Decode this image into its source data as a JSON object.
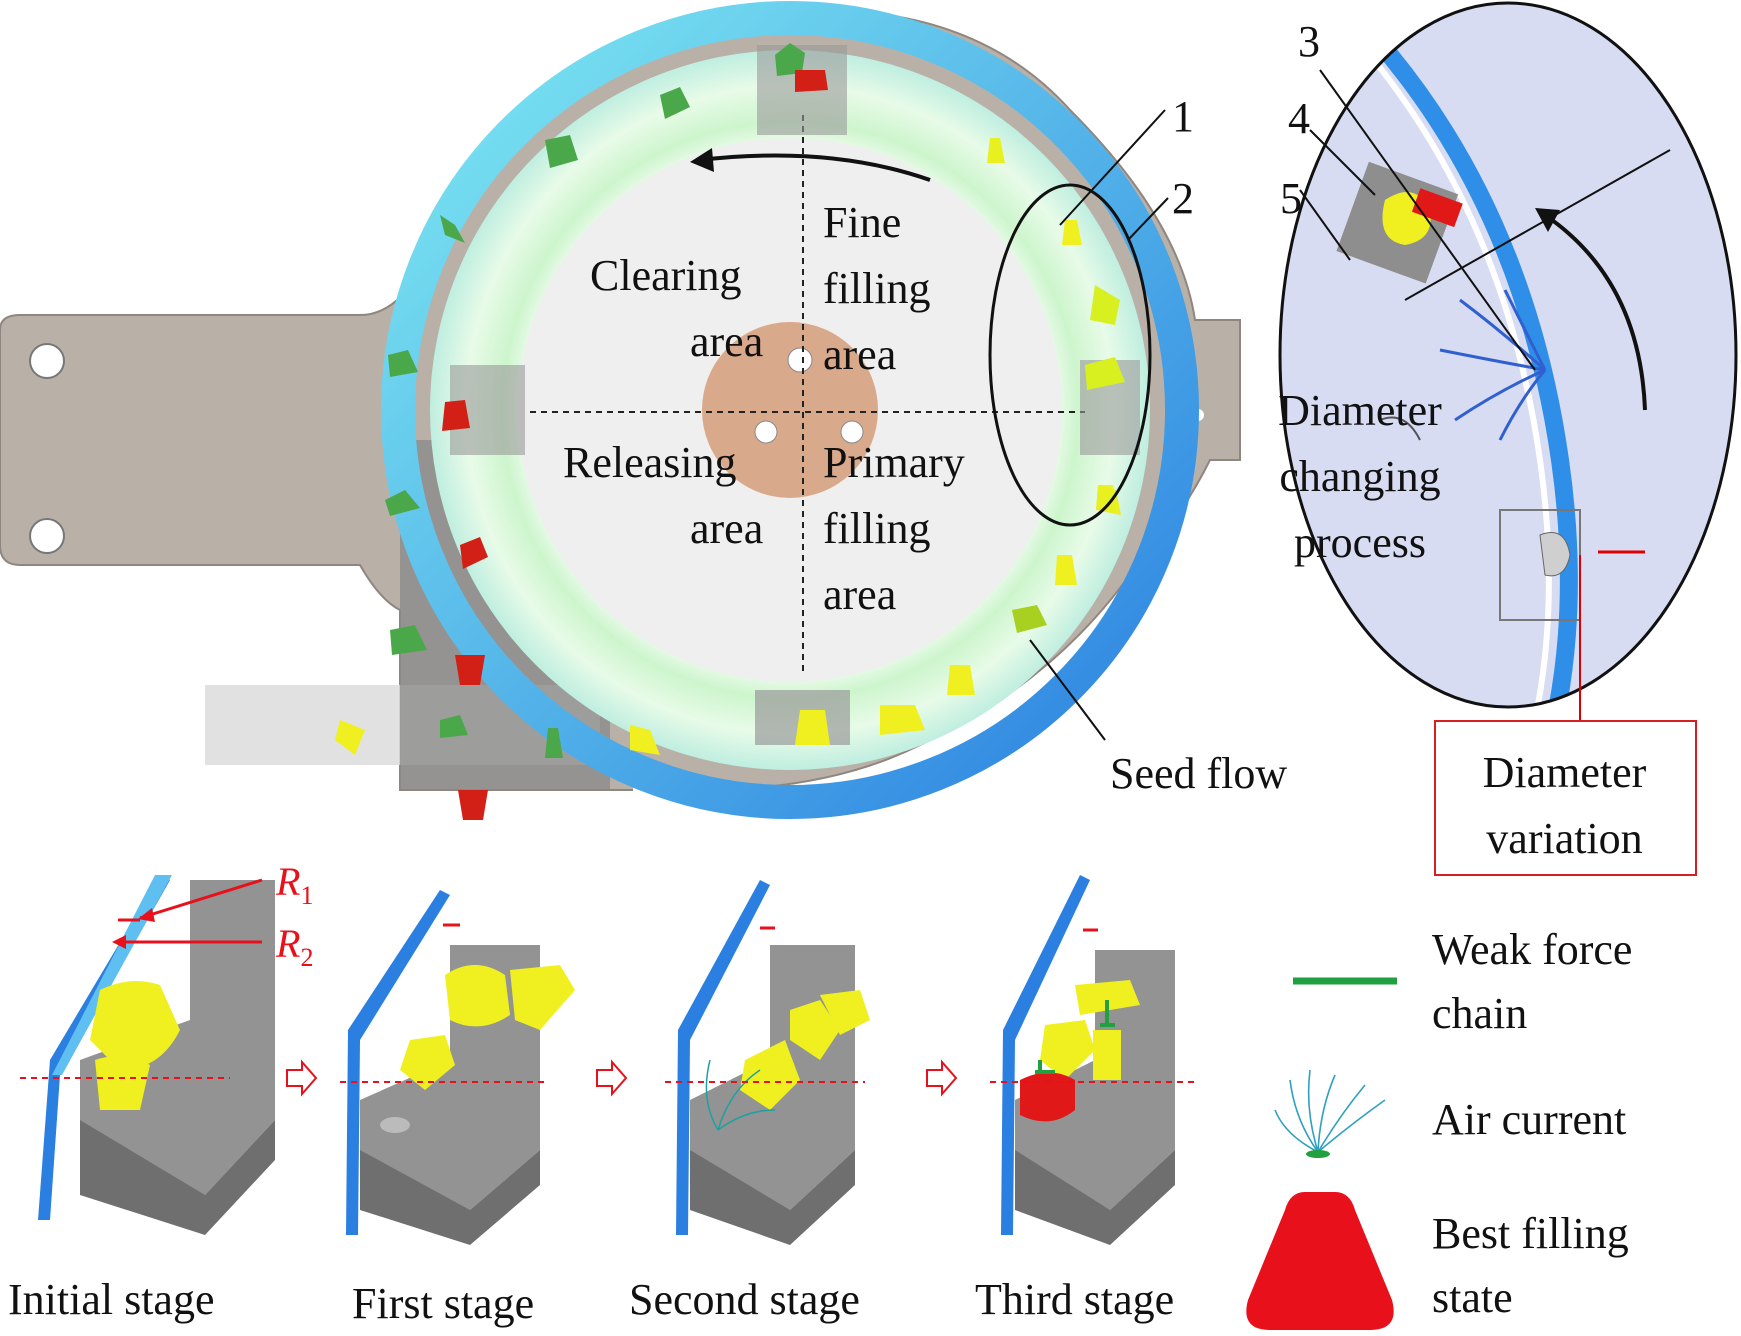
{
  "zones": {
    "clearing": [
      "Clearing",
      "area"
    ],
    "fine_filling": [
      "Fine",
      "filling",
      "area"
    ],
    "releasing": [
      "Releasing",
      "area"
    ],
    "primary_filling": [
      "Primary",
      "filling",
      "area"
    ]
  },
  "numbers": [
    "1",
    "2",
    "3",
    "4",
    "5"
  ],
  "labels": {
    "seed_flow": "Seed flow",
    "diameter_changing": [
      "Diameter",
      "changing",
      "process"
    ],
    "diameter_variation": [
      "Diameter",
      "variation"
    ],
    "r1": "R",
    "r1_sub": "1",
    "r2": "R",
    "r2_sub": "2"
  },
  "stages": [
    "Initial stage",
    "First stage",
    "Second stage",
    "Third stage"
  ],
  "legend": {
    "weak_force_chain": [
      "Weak force",
      "chain"
    ],
    "air_current": "Air current",
    "best_filling": [
      "Best filling",
      "state"
    ]
  },
  "colors": {
    "housing": "#b9b1a8",
    "ring_blue": "#2f8fe8",
    "ring_light": "#7fe9ef",
    "ring_green": "#d8f6d8",
    "hub": "#d9a98c",
    "seed_yellow": "#f2f21a",
    "seed_green": "#4aa84a",
    "seed_red": "#d91c14",
    "block_gray": "#8e8e8e",
    "zoom_bg": "#d7dcf2",
    "annotation_red": "#e8101a",
    "force_chain_green": "#20a040"
  }
}
